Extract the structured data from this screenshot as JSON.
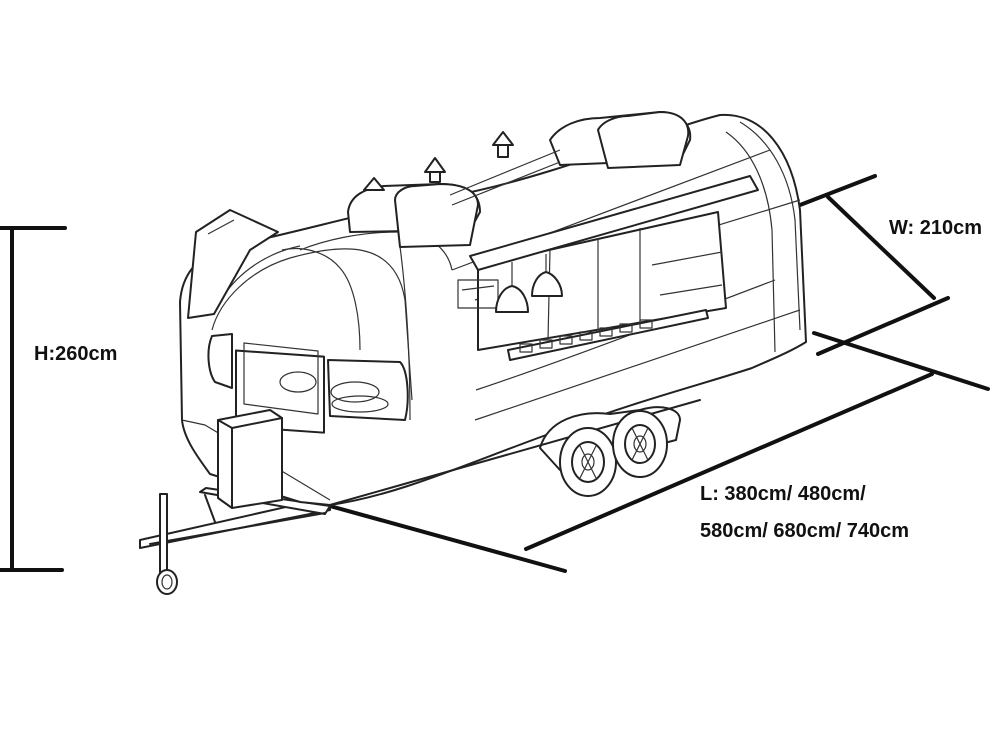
{
  "dimensions": {
    "height": "H:260cm",
    "width": "W: 210cm",
    "length_line1": "L: 380cm/ 480cm/",
    "length_line2": "580cm/ 680cm/ 740cm"
  },
  "colors": {
    "ink": "#111111",
    "background": "#ffffff"
  },
  "icons": [
    "food-trailer-drawing"
  ]
}
